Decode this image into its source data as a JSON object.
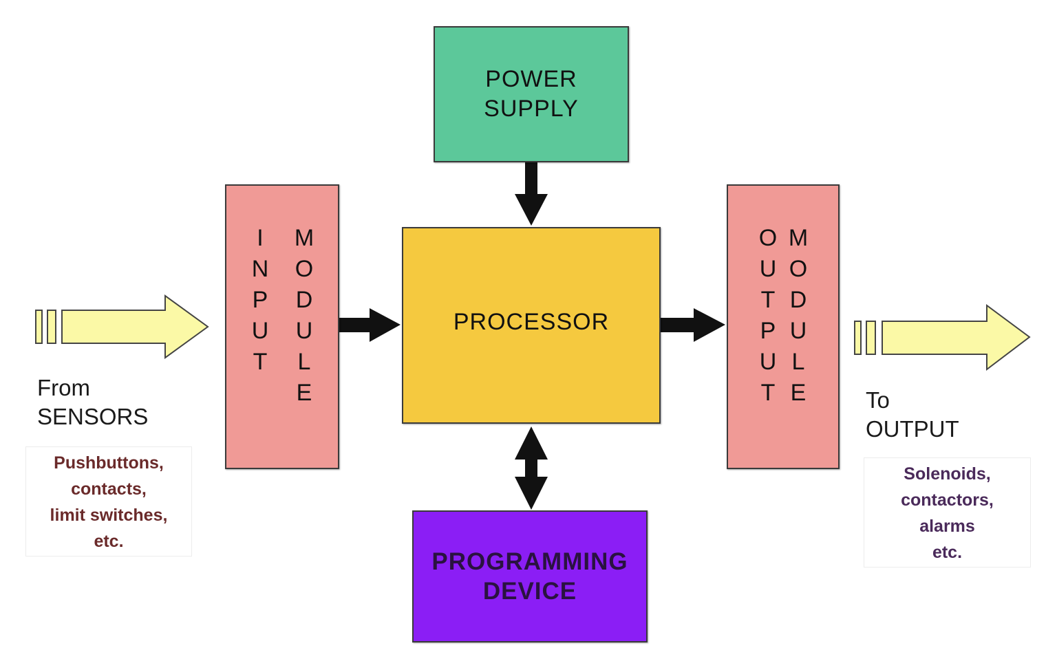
{
  "colors": {
    "power_supply": "#5cc89a",
    "processor": "#f5c93f",
    "module": "#f09a96",
    "programming_device": "#8b1ef5",
    "signal_arrow": "#fbf9a6",
    "connector_arrow": "#111111"
  },
  "blocks": {
    "power_supply": "POWER\nSUPPLY",
    "processor": "PROCESSOR",
    "programming_device": "PROGRAMMING\nDEVICE",
    "input_module": {
      "word1": [
        "I",
        "N",
        "P",
        "U",
        "T"
      ],
      "word2": [
        "M",
        "O",
        "D",
        "U",
        "L",
        "E"
      ]
    },
    "output_module": {
      "word1": [
        "O",
        "U",
        "T",
        "P",
        "U",
        "T"
      ],
      "word2": [
        "M",
        "O",
        "D",
        "U",
        "L",
        "E"
      ]
    }
  },
  "inputs": {
    "label_line1": "From",
    "label_line2": "SENSORS",
    "devices": [
      "Pushbuttons,",
      "contacts,",
      "limit switches,",
      "etc."
    ]
  },
  "outputs": {
    "label_line1": "To",
    "label_line2": "OUTPUT",
    "devices": [
      "Solenoids,",
      "contactors,",
      "alarms",
      "etc."
    ]
  }
}
